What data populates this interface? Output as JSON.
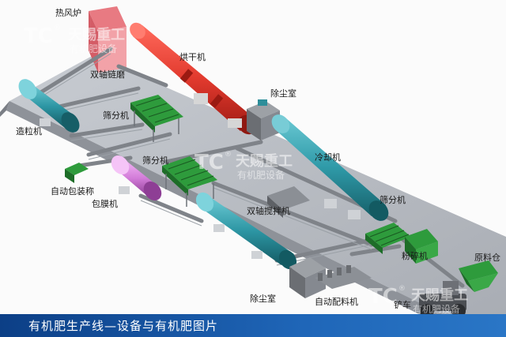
{
  "labels": {
    "hot_air_furnace": "热风炉",
    "dryer": "烘干机",
    "double_shaft_chain_mill": "双轴链磨",
    "granulator": "造粒机",
    "screener_1": "筛分机",
    "dust_room_top": "除尘室",
    "auto_packing": "自动包装称",
    "screener_2": "筛分机",
    "coating_machine": "包膜机",
    "cooler": "冷却机",
    "double_shaft_mixer": "双轴搅拌机",
    "screener_3": "筛分机",
    "crusher": "粉碎机",
    "raw_material_bin": "原料仓",
    "dust_room_bottom": "除尘室",
    "auto_batching": "自动配料机",
    "loader": "铲车"
  },
  "watermark": {
    "brand": "天赐重工",
    "sub": "有机肥设备",
    "mark": "TC",
    "reg": "®"
  },
  "caption": "有机肥生产线—设备与有机肥图片",
  "colors": {
    "floor": "#b7bbc2",
    "dryer": "#e23a2e",
    "cooler": "#2f9aa8",
    "granulator": "#2fa3a8",
    "coating": "#d27bd8",
    "screener": "#2e9b3c",
    "dust_room": "#7c7f84",
    "caption_bar": "#1a5aa8"
  }
}
